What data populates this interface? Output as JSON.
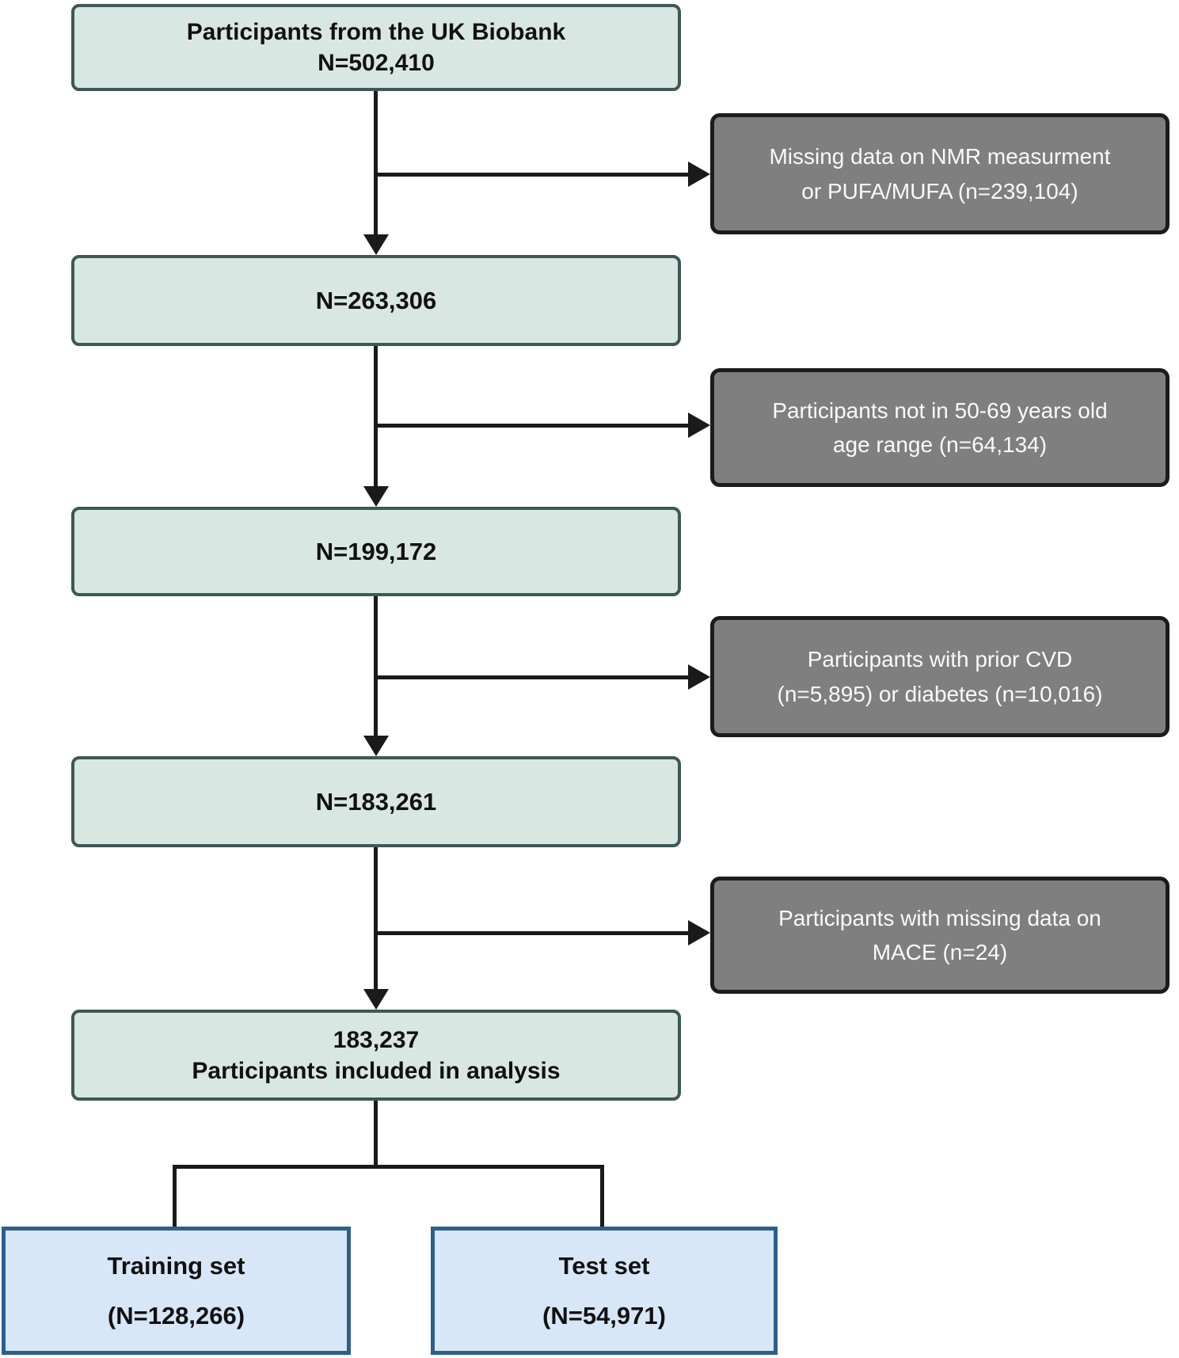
{
  "colors": {
    "mint-fill": "#d9e7e2",
    "mint-border": "#3d5856",
    "gray-fill": "#7f7f7f",
    "gray-border": "#1c1c1c",
    "gray-text": "#fafafa",
    "blue-fill": "#d7e7f7",
    "blue-border": "#2d5f8d",
    "line": "#1a1a1a",
    "text": "#111111"
  },
  "boxes": {
    "total": {
      "line1": "Participants from the UK Biobank",
      "line2": "N=502,410"
    },
    "after_nmr": {
      "text": "N=263,306"
    },
    "after_age": {
      "text": "N=199,172"
    },
    "after_cvd": {
      "text": "N=183,261"
    },
    "included": {
      "line1": "183,237",
      "line2": "Participants included in analysis"
    },
    "training": {
      "line1": "Training set",
      "line2": "(N=128,266)"
    },
    "test": {
      "line1": "Test set",
      "line2": "(N=54,971)"
    }
  },
  "exclusions": [
    {
      "line1": "Missing data on NMR measurment",
      "line2": "or PUFA/MUFA (n=239,104)"
    },
    {
      "line1": "Participants not in 50-69 years old",
      "line2": "age range (n=64,134)"
    },
    {
      "line1": "Participants with prior CVD",
      "line2": "(n=5,895) or diabetes (n=10,016)"
    },
    {
      "line1": "Participants with missing data on",
      "line2": "MACE (n=24)"
    }
  ]
}
